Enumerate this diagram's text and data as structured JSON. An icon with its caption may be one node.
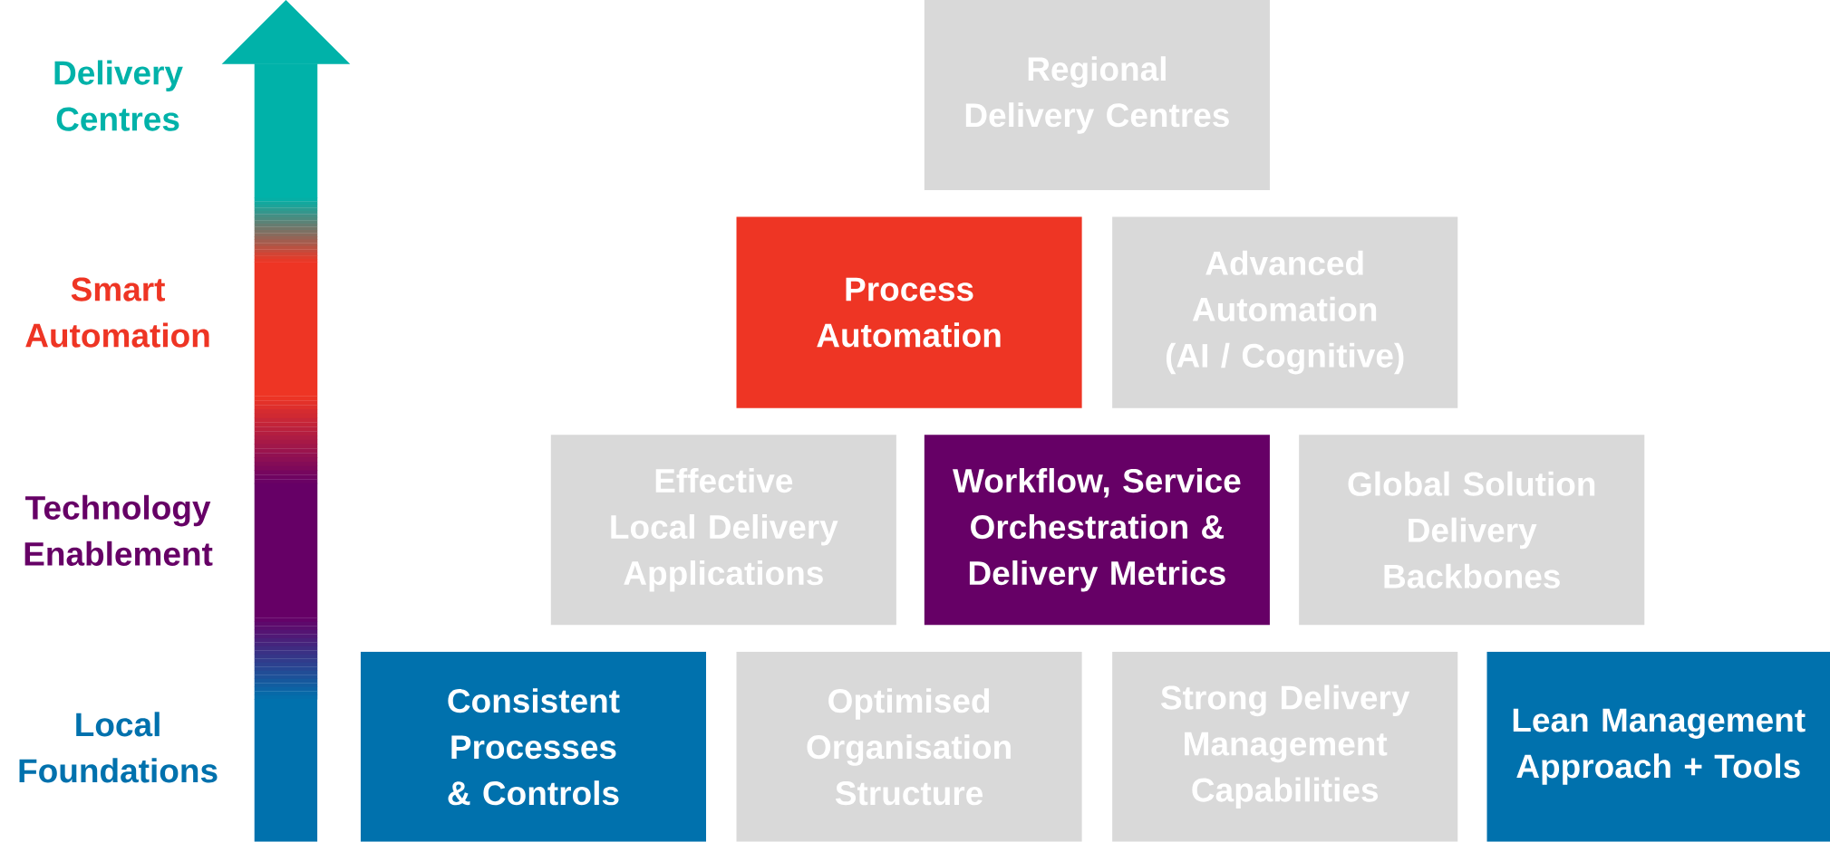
{
  "diagram": {
    "nodes": [
      {
        "text": [
          "Regional Delivery Centres"
        ]
      },
      {
        "text": [
          "Process Automation"
        ]
      },
      {
        "text": [
          "Advanced Automation (AI / Cognitive)"
        ]
      },
      {
        "text": [
          "Effective Local Delivery Applications"
        ]
      },
      {
        "text": [
          "Workflow, Service Orchestration & Delivery Metrics"
        ]
      },
      {
        "text": [
          "Global Solution Delivery Backbones"
        ]
      },
      {
        "text": [
          "Consistent Processes & Controls"
        ]
      },
      {
        "text": [
          "Optimised Organisation Structure"
        ]
      },
      {
        "text": [
          "Strong Delivery Management Capabilities"
        ]
      },
      {
        "text": [
          "Lean Management Approach + Tools"
        ]
      }
    ],
    "labels": [
      "Delivery Centres",
      "Smart Automation",
      "Technology Enablement",
      "Local Foundations"
    ]
  }
}
